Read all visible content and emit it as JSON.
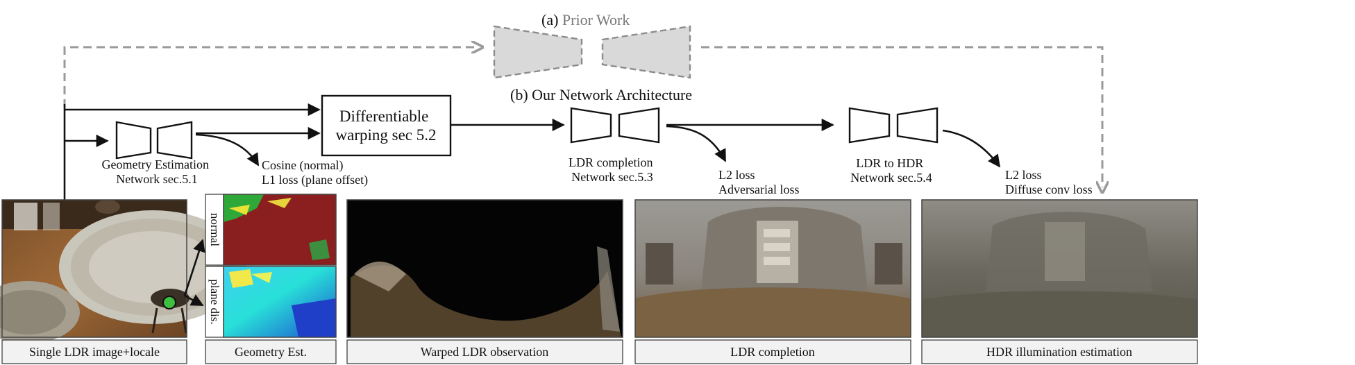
{
  "prior_work": {
    "label_prefix": "(a) ",
    "label_rest": "Prior Work"
  },
  "architecture": {
    "label": "(b) Our Network Architecture"
  },
  "modules": {
    "geometry": {
      "line1": "Geometry Estimation",
      "line2": "Network sec.5.1"
    },
    "warping": {
      "line1": "Differentiable",
      "line2": "warping sec 5.2"
    },
    "ldr_completion": {
      "line1": "LDR completion",
      "line2": "Network sec.5.3"
    },
    "ldr_to_hdr": {
      "line1": "LDR to HDR",
      "line2": "Network sec.5.4"
    }
  },
  "losses": {
    "geometry": {
      "line1": "Cosine (normal)",
      "line2": "L1 loss (plane offset)"
    },
    "completion": {
      "line1": "L2 loss",
      "line2": "Adversarial  loss"
    },
    "hdr": {
      "line1": "L2 loss",
      "line2": "Diffuse conv loss"
    }
  },
  "geometry_panels": {
    "top": "normal",
    "bottom": "plane dis."
  },
  "captions": {
    "input": "Single LDR image+locale",
    "geometry": "Geometry Est.",
    "warped": "Warped LDR observation",
    "completion": "LDR completion",
    "hdr": "HDR illumination estimation"
  },
  "colors": {
    "arrow": "#111111",
    "prior_dash": "#9a9a9a",
    "prior_fill": "#d9d9d9",
    "normal_map": "#8b1e1e",
    "plane_map": "#22d3e8",
    "locale_marker": "#3fbf3f"
  }
}
